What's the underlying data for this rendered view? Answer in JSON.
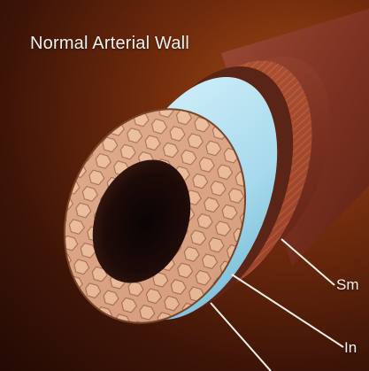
{
  "figure": {
    "title": "Normal Arterial Wall",
    "labels": {
      "smooth_muscle": "Sm",
      "intima": "In"
    },
    "colors": {
      "background": "#5a200a",
      "outer_layer": "#8a3a26",
      "muscle_layer": "#a84a30",
      "elastic_layer": "#a9dced",
      "endothelium": "#d9a485"
    }
  }
}
